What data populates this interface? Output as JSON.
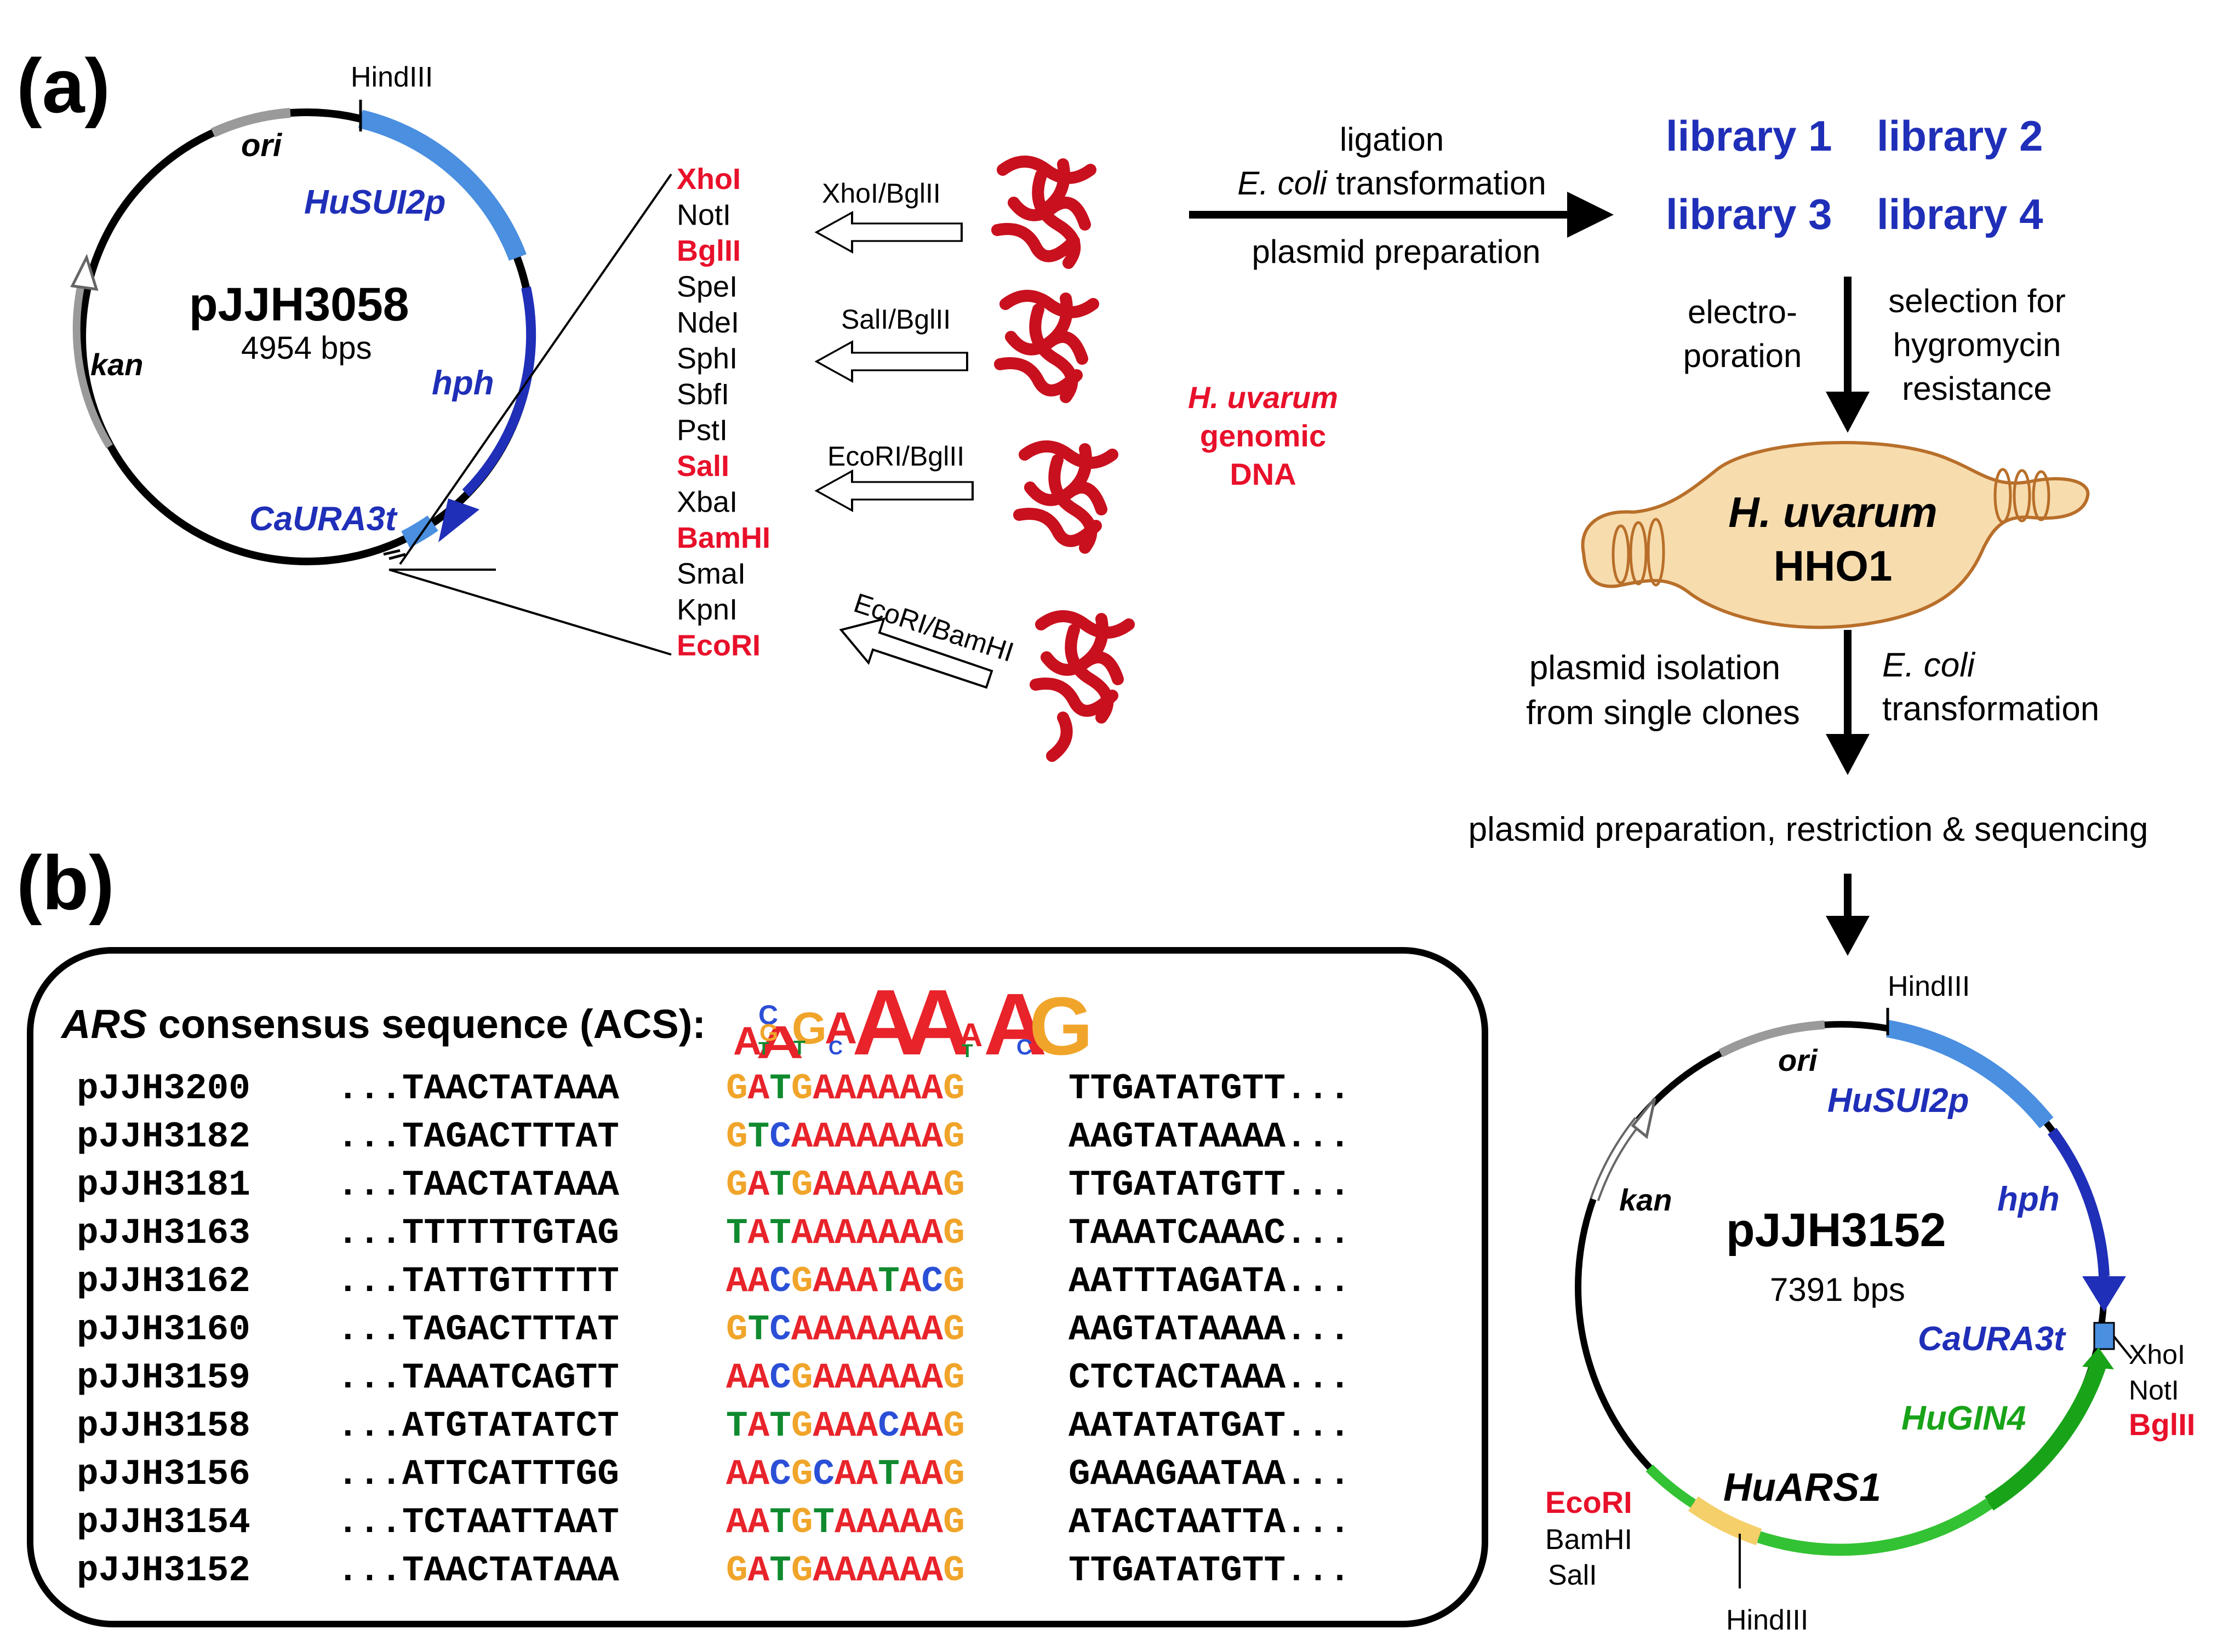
{
  "panel_a": {
    "label": "(a)",
    "plasmid1": {
      "name": "pJJH3058",
      "size": "4954 bps",
      "ori": "ori",
      "kan": "kan",
      "promoter": "HuSUI2p",
      "gene": "hph",
      "terminator": "CaURA3t",
      "site_top": "HindIII"
    },
    "mcs": [
      {
        "name": "XhoI",
        "highlight": true
      },
      {
        "name": "NotI",
        "highlight": false
      },
      {
        "name": "BglII",
        "highlight": true
      },
      {
        "name": "SpeI",
        "highlight": false
      },
      {
        "name": "NdeI",
        "highlight": false
      },
      {
        "name": "SphI",
        "highlight": false
      },
      {
        "name": "SbfI",
        "highlight": false
      },
      {
        "name": "PstI",
        "highlight": false
      },
      {
        "name": "SalI",
        "highlight": true
      },
      {
        "name": "XbaI",
        "highlight": false
      },
      {
        "name": "BamHI",
        "highlight": true
      },
      {
        "name": "SmaI",
        "highlight": false
      },
      {
        "name": "KpnI",
        "highlight": false
      },
      {
        "name": "EcoRI",
        "highlight": true
      }
    ],
    "digests": [
      "XhoI/BglII",
      "SalI/BglII",
      "EcoRI/BglII",
      "EcoRI/BamHI"
    ],
    "genomic": {
      "line1": "H. uvarum",
      "line2": "genomic",
      "line3": "DNA"
    },
    "ligation": {
      "line1": "ligation",
      "line2_italic": "E. coli",
      "line2_rest": " transformation",
      "line3": "plasmid preparation"
    },
    "libraries": [
      "library 1",
      "library 2",
      "library 3",
      "library 4"
    ],
    "electro": {
      "line1": "electro-",
      "line2": "poration"
    },
    "selection": {
      "line1": "selection for",
      "line2": "hygromycin",
      "line3": "resistance"
    },
    "cell": {
      "line1": "H. uvarum",
      "line2": "HHO1"
    },
    "isolation": {
      "line1": "plasmid isolation",
      "line2": "from single clones"
    },
    "ecoli_trans": {
      "line1": "E. coli",
      "line2": "transformation"
    },
    "prep": "plasmid preparation, restriction & sequencing"
  },
  "panel_b": {
    "label": "(b)",
    "acs_italic": "ARS",
    "acs_rest": " consensus  sequence (ACS):",
    "rows": [
      {
        "name": "pJJH3200",
        "left": "...TAACTATAAA",
        "core": "GATGAAAAAAG",
        "right": "TTGATATGTT..."
      },
      {
        "name": "pJJH3182",
        "left": "...TAGACTTTAT",
        "core": "GTCAAAAAAAG",
        "right": "AAGTATAAAA..."
      },
      {
        "name": "pJJH3181",
        "left": "...TAACTATAAA",
        "core": "GATGAAAAAAG",
        "right": "TTGATATGTT..."
      },
      {
        "name": "pJJH3163",
        "left": "...TTTTTTGTAG",
        "core": "TATAAAAAAAG",
        "right": "TAAATCAAAC..."
      },
      {
        "name": "pJJH3162",
        "left": "...TATTGTTTTT",
        "core": "AACGAAATACG",
        "right": "AATTTAGATA..."
      },
      {
        "name": "pJJH3160",
        "left": "...TAGACTTTAT",
        "core": "GTCAAAAAAAG",
        "right": "AAGTATAAAA..."
      },
      {
        "name": "pJJH3159",
        "left": "...TAAATCAGTT",
        "core": "AACGAAAAAAG",
        "right": "CTCTACTAAA..."
      },
      {
        "name": "pJJH3158",
        "left": "...ATGTATATCT",
        "core": "TATGAAACAAG",
        "right": "AATATATGAT..."
      },
      {
        "name": "pJJH3156",
        "left": "...ATTCATTTGG",
        "core": "AACGCAATAAG",
        "right": "GAAAGAATAA..."
      },
      {
        "name": "pJJH3154",
        "left": "...TCTAATTAAT",
        "core": "AATGTAAAAAG",
        "right": "ATACTAATTA..."
      },
      {
        "name": "pJJH3152",
        "left": "...TAACTATAAA",
        "core": "GATGAAAAAAG",
        "right": "TTGATATGTT..."
      }
    ],
    "base_colors": {
      "A": "#e8232a",
      "G": "#f0a52a",
      "C": "#2b4fd6",
      "T": "#108a2f"
    },
    "row_core_colors": [
      "#f0a52a",
      "#f0a52a",
      "#f0a52a",
      "#108a2f",
      "#e8232a",
      "#f0a52a",
      "#e8232a",
      "#108a2f",
      "#e8232a",
      "#e8232a",
      "#f0a52a"
    ]
  },
  "plasmid2": {
    "name": "pJJH3152",
    "size": "7391 bps",
    "ori": "ori",
    "kan": "kan",
    "promoter": "HuSUI2p",
    "gene": "hph",
    "terminator": "CaURA3t",
    "gin4": "HuGIN4",
    "ars": "HuARS1",
    "site_top": "HindIII",
    "site_bottom": "HindIII",
    "right_sites": [
      "XhoI",
      "NotI",
      "BglII"
    ],
    "left_sites": [
      "EcoRI",
      "BamHI",
      "SalI"
    ]
  },
  "colors": {
    "red": "#e8102a",
    "dark_red": "#c8101e",
    "blue": "#1f2fb8",
    "light_blue": "#4a8fe0",
    "green": "#19a319",
    "yellow": "#f5cf6a",
    "cell_fill": "#f7dcae",
    "cell_stroke": "#b86f2a"
  }
}
